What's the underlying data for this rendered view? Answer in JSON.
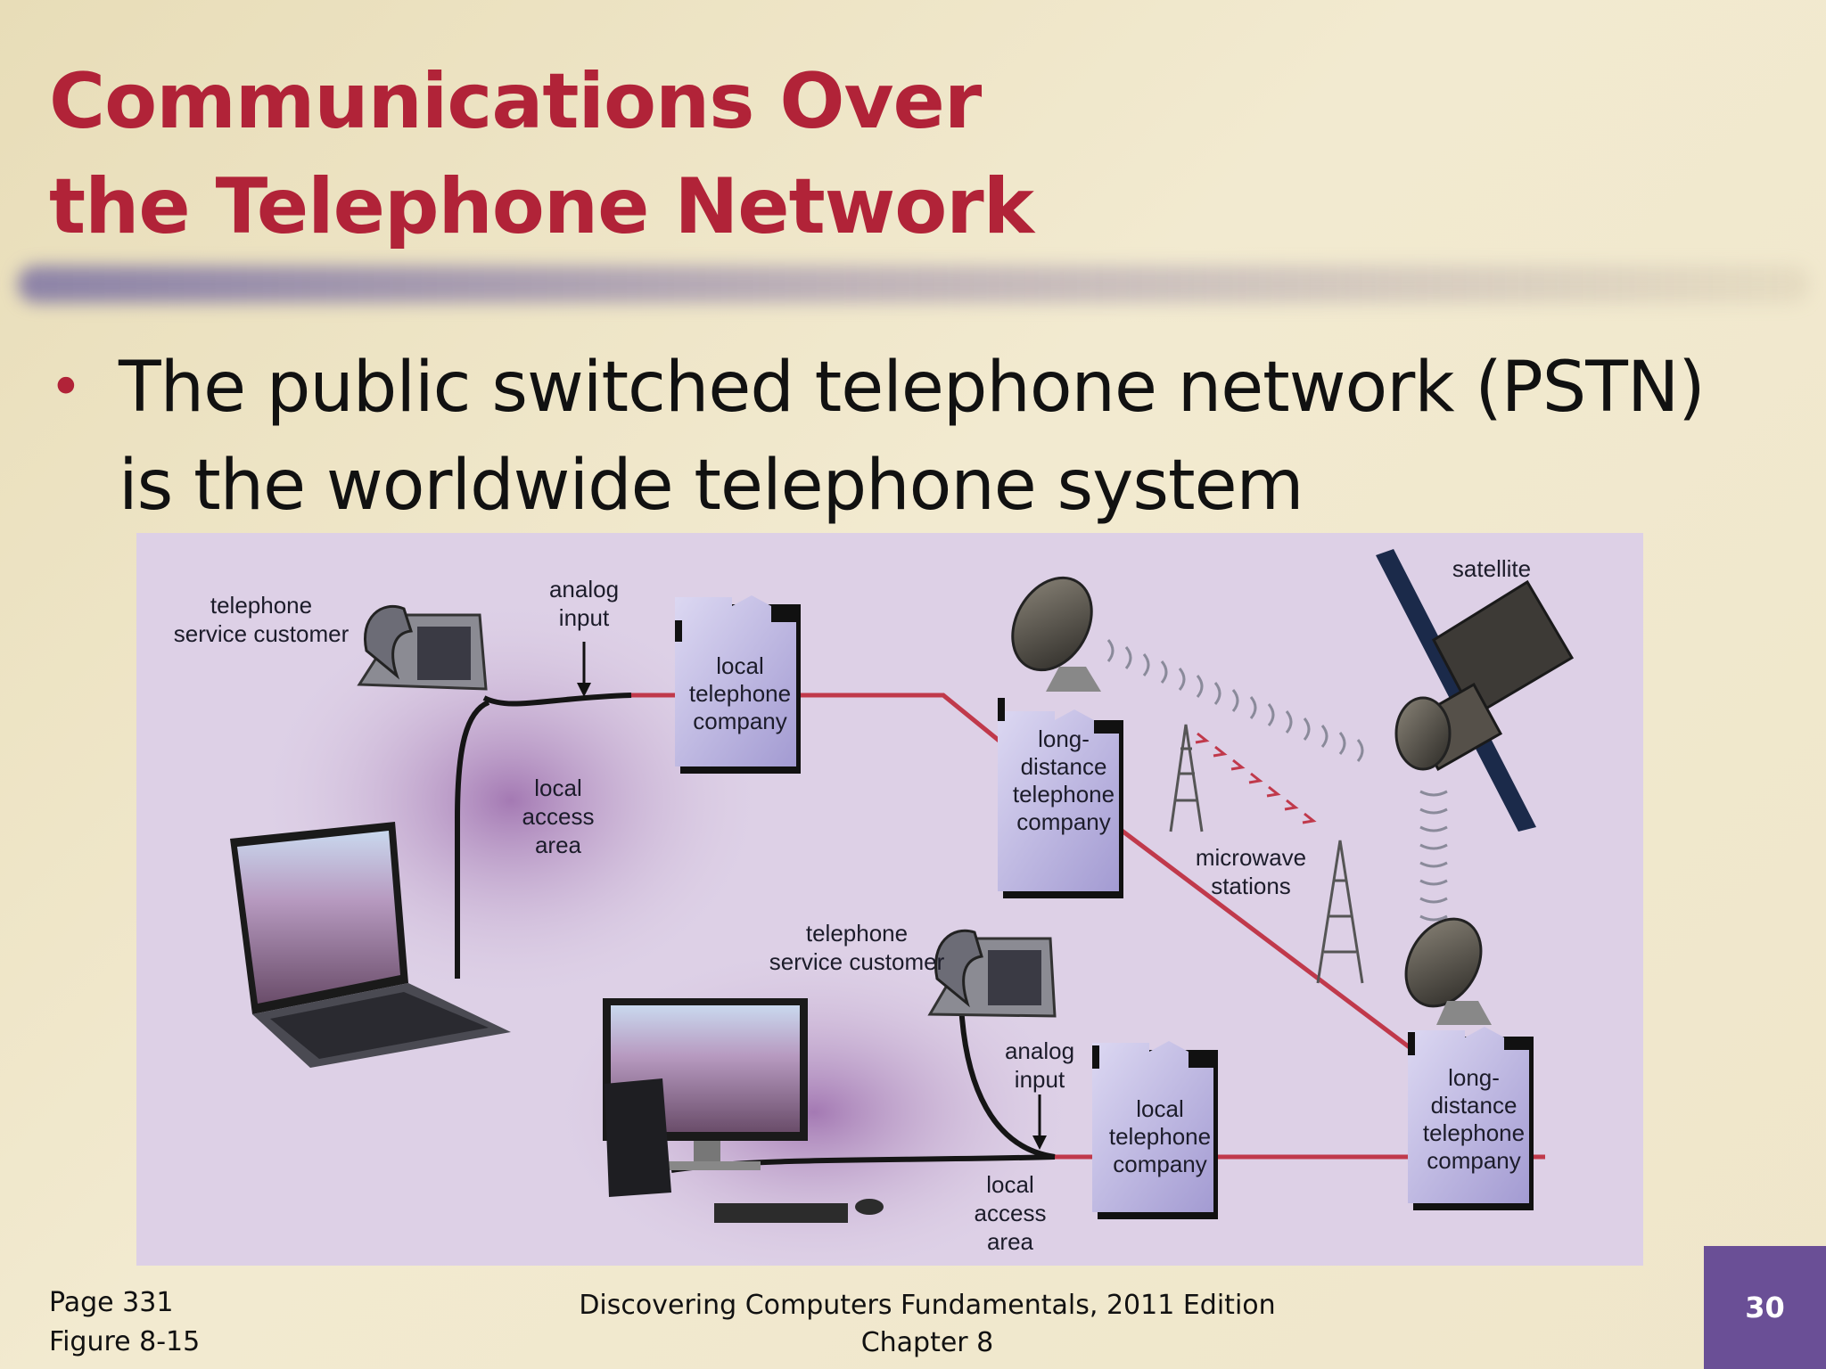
{
  "title": {
    "line1": "Communications Over",
    "line2": "the Telephone Network"
  },
  "bullet": {
    "text": "The public switched telephone network (PSTN) is the worldwide telephone system"
  },
  "figure": {
    "labels": {
      "customer1_line1": "telephone",
      "customer1_line2": "service customer",
      "analog1_line1": "analog",
      "analog1_line2": "input",
      "local_co1_line1": "local",
      "local_co1_line2": "telephone",
      "local_co1_line3": "company",
      "local_access1_line1": "local",
      "local_access1_line2": "access",
      "local_access1_line3": "area",
      "ld_co1_line1": "long-",
      "ld_co1_line2": "distance",
      "ld_co1_line3": "telephone",
      "ld_co1_line4": "company",
      "satellite": "satellite",
      "microwave_line1": "microwave",
      "microwave_line2": "stations",
      "customer2_line1": "telephone",
      "customer2_line2": "service customer",
      "analog2_line1": "analog",
      "analog2_line2": "input",
      "local_co2_line1": "local",
      "local_co2_line2": "telephone",
      "local_co2_line3": "company",
      "local_access2_line1": "local",
      "local_access2_line2": "access",
      "local_access2_line3": "area",
      "ld_co2_line1": "long-",
      "ld_co2_line2": "distance",
      "ld_co2_line3": "telephone",
      "ld_co2_line4": "company"
    },
    "colors": {
      "background": "#ddd0e6",
      "trunk_line": "#c0394b",
      "building": "#b7b0dc"
    }
  },
  "footer": {
    "page": "Page 331",
    "figure": "Figure 8-15",
    "book": "Discovering Computers Fundamentals, 2011 Edition",
    "chapter": "Chapter 8",
    "slide_number": "30"
  },
  "colors": {
    "title": "#b12338",
    "page_badge": "#6a4f96"
  }
}
